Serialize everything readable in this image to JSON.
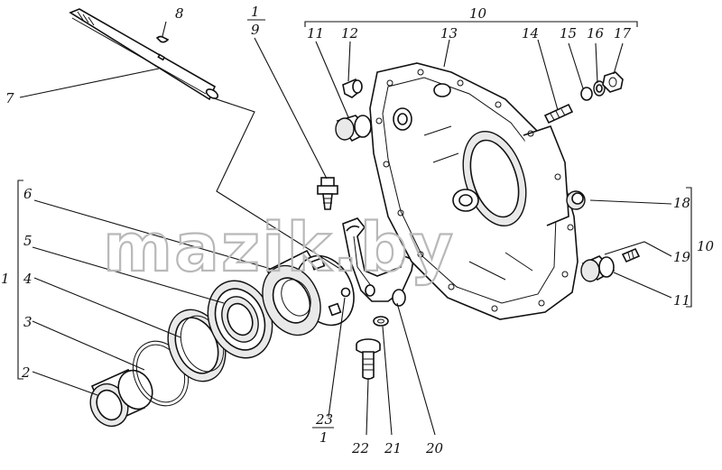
{
  "watermark": "mazik.by",
  "callouts": {
    "c1": "1",
    "c2": "2",
    "c3": "3",
    "c4": "4",
    "c5": "5",
    "c6": "6",
    "c7": "7",
    "c8": "8",
    "c9_top": "1",
    "c9_bottom": "9",
    "c10_top": "10",
    "c11_top": "11",
    "c12": "12",
    "c13": "13",
    "c14": "14",
    "c15": "15",
    "c16": "16",
    "c17": "17",
    "c18": "18",
    "c10_right": "10",
    "c19": "19",
    "c11_right": "11",
    "c20": "20",
    "c21": "21",
    "c22": "22",
    "c23_top": "23",
    "c23_bottom": "1"
  }
}
